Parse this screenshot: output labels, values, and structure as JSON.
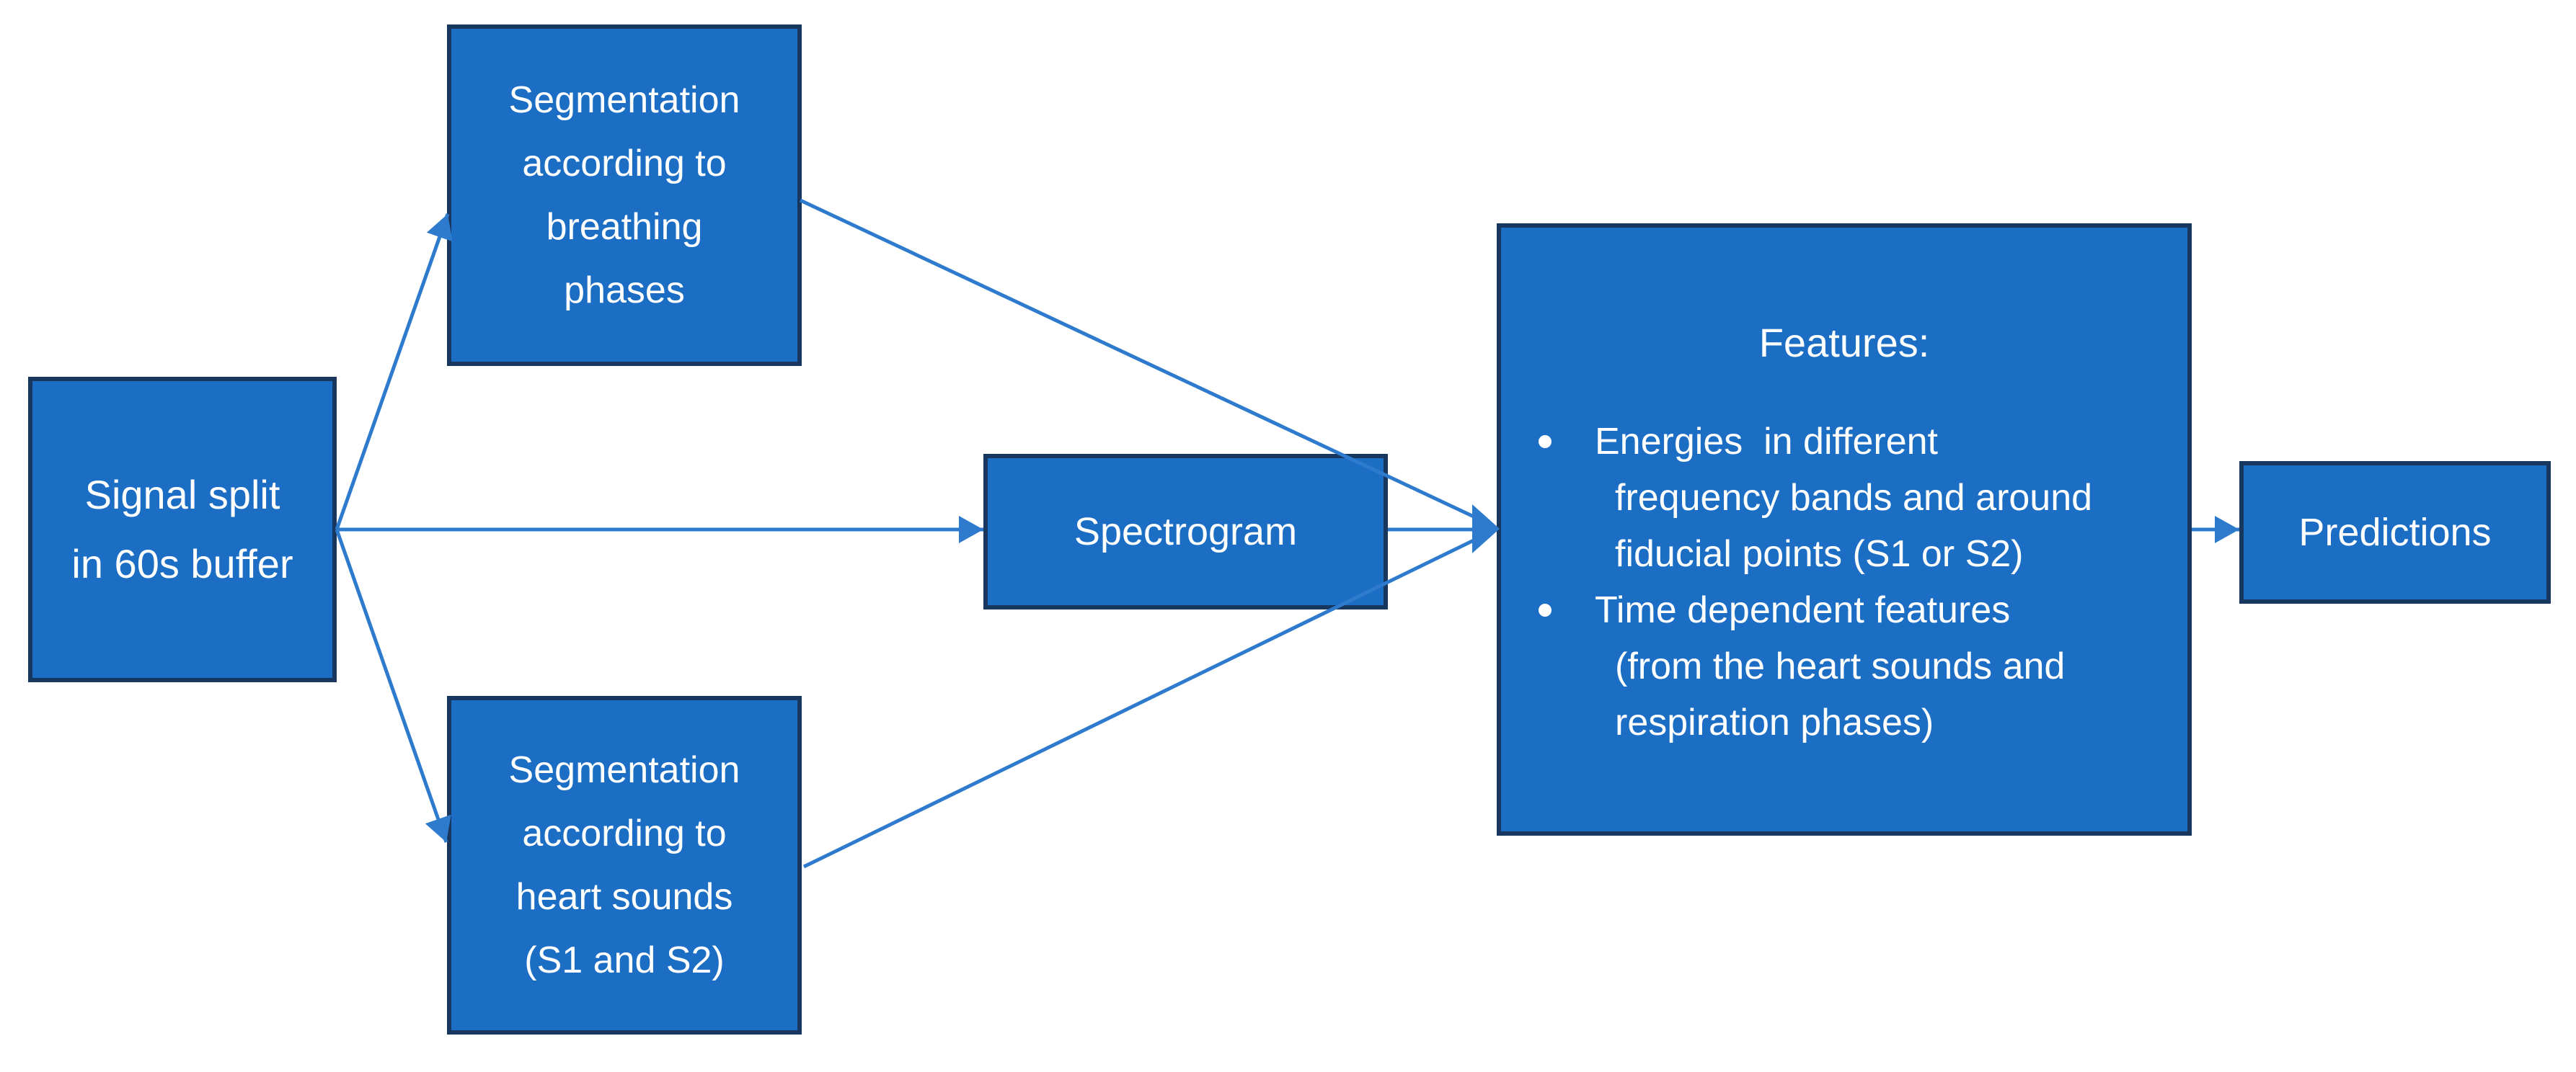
{
  "diagram": {
    "colors": {
      "box_fill": "#1C6EC5",
      "box_border": "#17375E",
      "arrow": "#2E7BCE",
      "text": "#FFFFFF",
      "background": "#FFFFFF"
    },
    "nodes": {
      "signal": {
        "lines": [
          "Signal split",
          "in 60s buffer"
        ]
      },
      "breathing": {
        "lines": [
          "Segmentation",
          "according to",
          "breathing",
          "phases"
        ]
      },
      "heart": {
        "lines": [
          "Segmentation",
          "according to",
          "heart sounds",
          "(S1 and S2)"
        ]
      },
      "spectrogram": {
        "lines": [
          "Spectrogram"
        ]
      },
      "features": {
        "title": "Features:",
        "bullets": [
          {
            "lines": [
              "Energies  in different",
              "frequency bands and around",
              "fiducial points (S1 or S2)"
            ]
          },
          {
            "lines": [
              "Time dependent features",
              "(from the heart sounds and",
              "respiration phases)"
            ]
          }
        ]
      },
      "predictions": {
        "lines": [
          "Predictions"
        ]
      }
    }
  }
}
